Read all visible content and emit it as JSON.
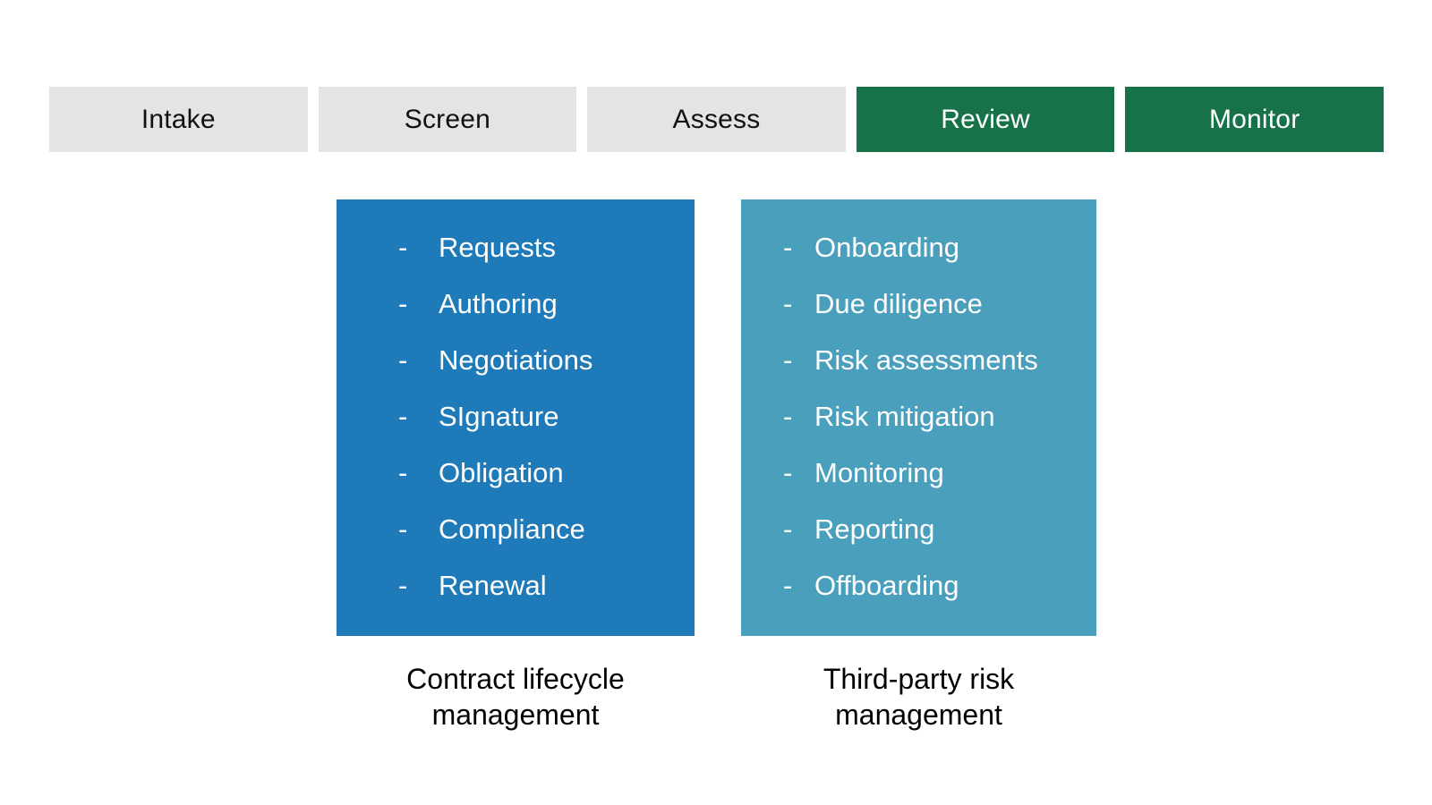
{
  "ui": {
    "bullet": "-"
  },
  "colors": {
    "inactive_bg": "#e4e4e4",
    "active_bg": "#187249",
    "clm_bg": "#1e7ab8",
    "tprm_bg": "#4a9fbc",
    "text_dark": "#111111",
    "text_light": "#ffffff"
  },
  "stages": [
    {
      "label": "Intake",
      "state": "inactive"
    },
    {
      "label": "Screen",
      "state": "inactive"
    },
    {
      "label": "Assess",
      "state": "inactive"
    },
    {
      "label": "Review",
      "state": "active"
    },
    {
      "label": "Monitor",
      "state": "active"
    }
  ],
  "panels": {
    "clm": {
      "items": [
        "Requests",
        "Authoring",
        "Negotiations",
        "SIgnature",
        "Obligation",
        "Compliance",
        "Renewal"
      ],
      "caption": "Contract lifecycle management"
    },
    "tprm": {
      "items": [
        "Onboarding",
        "Due diligence",
        "Risk assessments",
        "Risk mitigation",
        "Monitoring",
        "Reporting",
        "Offboarding"
      ],
      "caption": "Third-party risk management"
    }
  }
}
